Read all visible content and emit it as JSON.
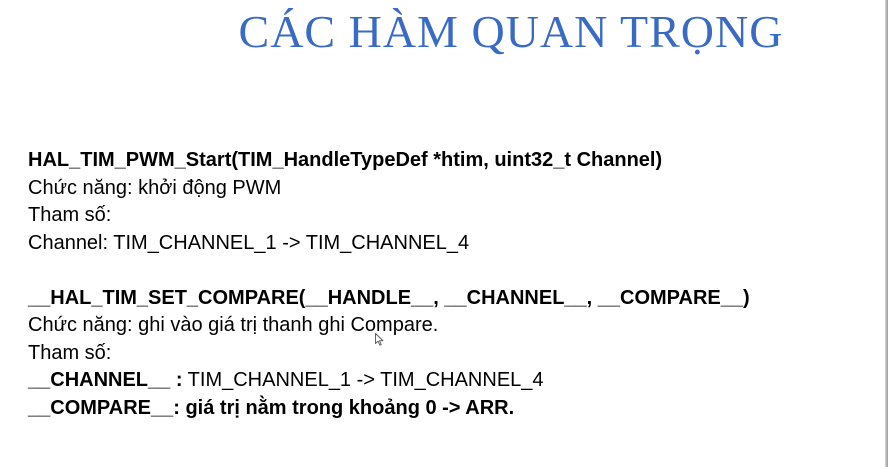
{
  "title": "CÁC HÀM QUAN TRỌNG",
  "section1": {
    "signature": "HAL_TIM_PWM_Start(TIM_HandleTypeDef *htim, uint32_t Channel)",
    "function_line": "Chức năng: khởi động PWM",
    "params_label": "Tham số:",
    "param_channel": "Channel: TIM_CHANNEL_1 -> TIM_CHANNEL_4"
  },
  "section2": {
    "signature": "__HAL_TIM_SET_COMPARE(__HANDLE__, __CHANNEL__, __COMPARE__)",
    "function_line": "Chức năng: ghi vào giá trị thanh ghi Compare.",
    "params_label": "Tham số:",
    "param_channel_name": "__CHANNEL__ :",
    "param_channel_value": " TIM_CHANNEL_1 -> TIM_CHANNEL_4",
    "param_compare": "__COMPARE__: giá trị nằm trong khoảng 0 -> ARR."
  },
  "icons": {
    "cursor": "mouse-cursor-icon"
  }
}
